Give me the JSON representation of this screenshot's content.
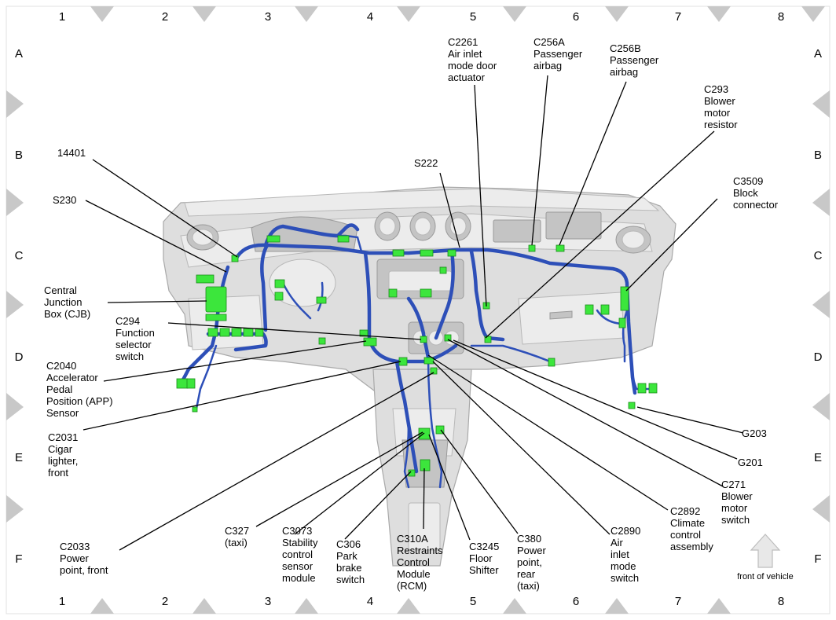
{
  "grid": {
    "columns": [
      "1",
      "2",
      "3",
      "4",
      "5",
      "6",
      "7",
      "8"
    ],
    "rows": [
      "A",
      "B",
      "C",
      "D",
      "E",
      "F"
    ]
  },
  "colors": {
    "harness": "#2d4fb8",
    "connector": "#3ce63c",
    "dashboard": "#dedede"
  },
  "callouts": {
    "c2261": [
      "C2261",
      "Air inlet",
      "mode door",
      "actuator"
    ],
    "c256a": [
      "C256A",
      "Passenger",
      "airbag"
    ],
    "c256b": [
      "C256B",
      "Passenger",
      "airbag"
    ],
    "c293": [
      "C293",
      "Blower",
      "motor",
      "resistor"
    ],
    "n14401": [
      "14401"
    ],
    "s222": [
      "S222"
    ],
    "c3509": [
      "C3509",
      "Block",
      "connector"
    ],
    "s230": [
      "S230"
    ],
    "cjb": [
      "Central",
      "Junction",
      "Box (CJB)"
    ],
    "c294": [
      "C294",
      "Function",
      "selector",
      "switch"
    ],
    "c2040": [
      "C2040",
      "Accelerator",
      "Pedal",
      "Position (APP)",
      "Sensor"
    ],
    "c2031": [
      "C2031",
      "Cigar",
      "lighter,",
      "front"
    ],
    "g203": [
      "G203"
    ],
    "g201": [
      "G201"
    ],
    "c271": [
      "C271",
      "Blower",
      "motor",
      "switch"
    ],
    "c2892": [
      "C2892",
      "Climate",
      "control",
      "assembly"
    ],
    "c2890": [
      "C2890",
      "Air",
      "inlet",
      "mode",
      "switch"
    ],
    "c2033": [
      "C2033",
      "Power",
      "point, front"
    ],
    "c327": [
      "C327",
      "(taxi)"
    ],
    "c3073": [
      "C3073",
      "Stability",
      "control",
      "sensor",
      "module"
    ],
    "c306": [
      "C306",
      "Park",
      "brake",
      "switch"
    ],
    "c310a": [
      "C310A",
      "Restraints",
      "Control",
      "Module",
      "(RCM)"
    ],
    "c3245": [
      "C3245",
      "Floor",
      "Shifter"
    ],
    "c380": [
      "C380",
      "Power",
      "point,",
      "rear",
      "(taxi)"
    ]
  },
  "front_of_vehicle": "front of vehicle",
  "icons": {
    "arrow": "front-arrow-icon"
  }
}
